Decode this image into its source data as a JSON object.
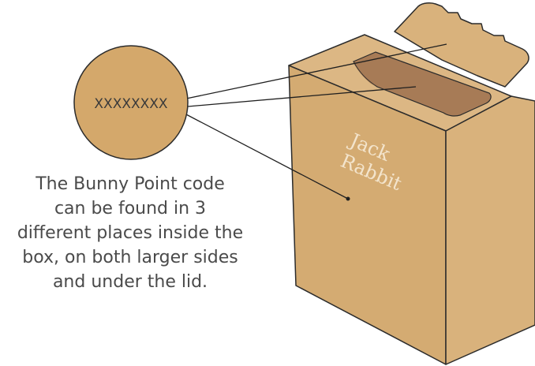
{
  "callout": {
    "code_placeholder": "XXXXXXXX"
  },
  "box": {
    "brand_line1": "Jack",
    "brand_line2": "Rabbit"
  },
  "caption": {
    "lines": [
      "The Bunny Point code",
      "can be found in 3",
      "different places inside the",
      "box, on both larger sides",
      "and under the lid."
    ]
  },
  "colors": {
    "cardboard_light": "#dcb784",
    "cardboard_mid": "#d4ab72",
    "cardboard_dark": "#cfa36a",
    "cardboard_inside": "#a77b56",
    "outline": "#2b2b2b"
  }
}
